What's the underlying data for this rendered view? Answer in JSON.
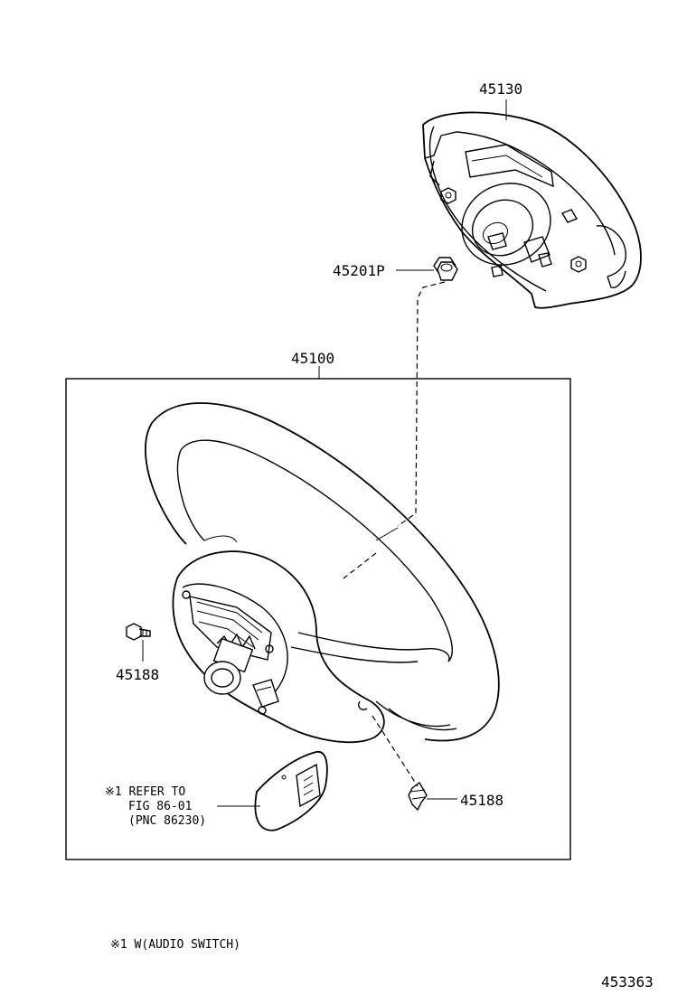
{
  "parts": {
    "airbag": "45130",
    "nut": "45201P",
    "wheel_assy": "45100",
    "screw_left": "45188",
    "screw_right": "45188"
  },
  "note": {
    "line1": "※1 REFER TO",
    "line2": "FIG 86-01",
    "line3": "(PNC 86230)"
  },
  "footnote": "※1 W(AUDIO SWITCH)",
  "figure_id": "453363"
}
